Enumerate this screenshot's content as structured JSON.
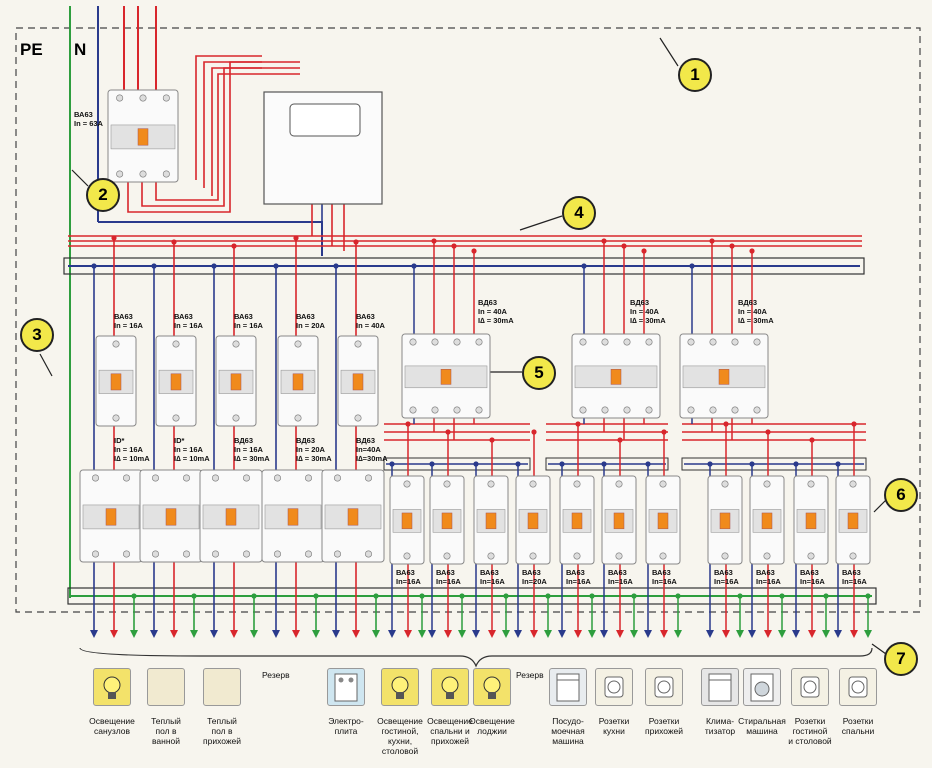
{
  "labels": {
    "pe": "PE",
    "n": "N",
    "reserve": "Резерв"
  },
  "callouts": [
    "1",
    "2",
    "3",
    "4",
    "5",
    "6",
    "7"
  ],
  "main_breaker": {
    "line1": "ВА63",
    "line2": "In = 63A"
  },
  "row1_breakers": [
    "ВА63\nIn = 16A",
    "ВА63\nIn = 16A",
    "ВА63\nIn = 16A",
    "ВА63\nIn = 20A",
    "ВА63\nIn = 40A"
  ],
  "rcd_labels": [
    "ВД63\nIn = 40A\nI∆ = 30mA",
    "ВД63\nIn = 40A\nI∆ = 30mA",
    "ВД63\nIn = 40A\nI∆ = 30mA"
  ],
  "row2_devices": [
    "ID*\nIn = 16A\nI∆ = 10mA",
    "ID*\nIn = 16A\nI∆ = 10mA",
    "ВД63\nIn = 16A\nI∆ = 30mA",
    "ВД63\nIn = 20A\nI∆ = 30mA",
    "ВД63\nIn=40A\nI∆=30mA"
  ],
  "branch_breakers": [
    "ВА63\nIn=16A",
    "ВА63\nIn=16A",
    "ВА63\nIn=16A",
    "ВА63\nIn=20A",
    "ВА63\nIn=16A",
    "ВА63\nIn=16A",
    "ВА63\nIn=16A",
    "ВА63\nIn=16A",
    "ВА63\nIn=16A",
    "ВА63\nIn=16A",
    "ВА63\nIn=16A"
  ],
  "loads": [
    {
      "label": "Освещение\nсанузлов",
      "icon": "bulb-icon"
    },
    {
      "label": "Теплый\nпол в\nванной",
      "icon": "heated-floor-icon"
    },
    {
      "label": "Теплый\nпол в\nприхожей",
      "icon": "heated-floor-icon"
    },
    {
      "label": "Электро-\nплита",
      "icon": "stove-icon"
    },
    {
      "label": "Освещение\nгостиной,\nкухни,\nстоловой",
      "icon": "bulb-icon"
    },
    {
      "label": "Освещение\nспальни и\nприхожей",
      "icon": "bulb-icon"
    },
    {
      "label": "Освещение\nлоджии",
      "icon": "bulb-icon"
    },
    {
      "label": "Посудо-\nмоечная\nмашина",
      "icon": "dishwasher-icon"
    },
    {
      "label": "Розетки\nкухни",
      "icon": "socket-icon"
    },
    {
      "label": "Розетки\nприхожей",
      "icon": "socket-icon"
    },
    {
      "label": "Клима-\nтизатор",
      "icon": "ac-icon"
    },
    {
      "label": "Стиральная\nмашина",
      "icon": "washer-icon"
    },
    {
      "label": "Розетки\nгостиной\nи столовой",
      "icon": "socket-icon"
    },
    {
      "label": "Розетки\nспальни",
      "icon": "socket-icon"
    }
  ],
  "colors": {
    "phase": "#d8262c",
    "neutral": "#2a3a8c",
    "pe": "#2e9e3e",
    "lever": "#f08a1c",
    "callout": "#f2e84a",
    "bg": "#f7f5ee"
  }
}
